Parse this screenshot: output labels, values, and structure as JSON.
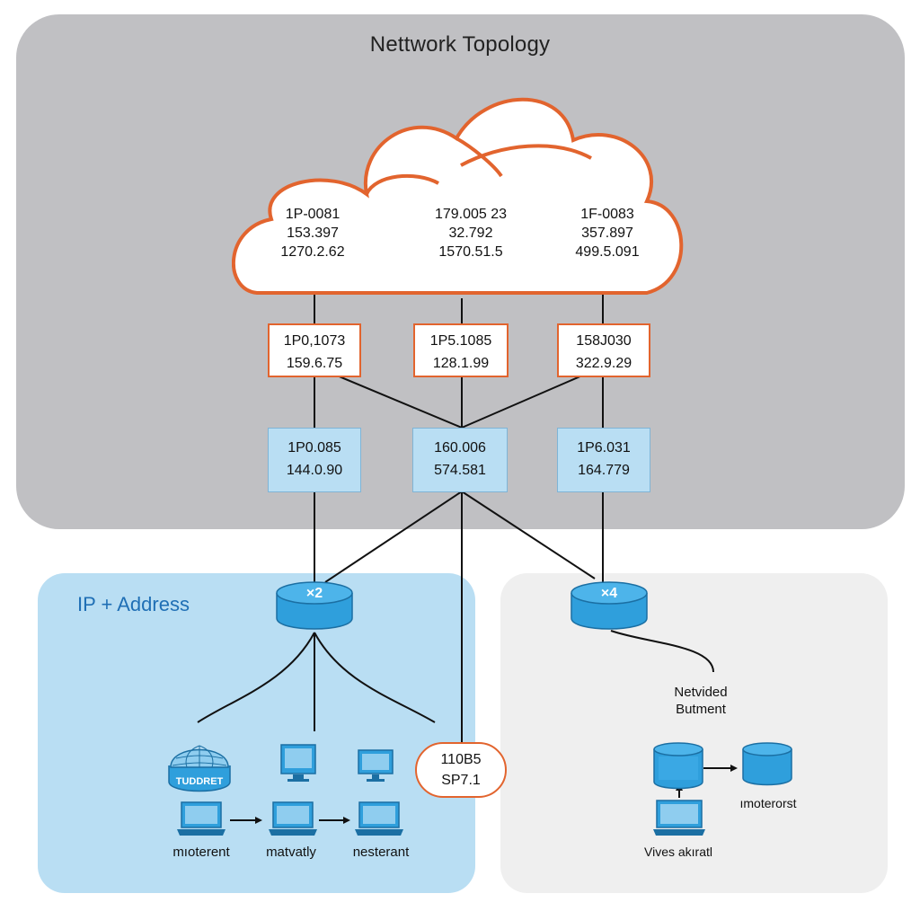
{
  "title": "Nettwork Topology",
  "cloud": {
    "columns": [
      {
        "lines": [
          "1P-0081",
          "153.397",
          "1270.2.62"
        ]
      },
      {
        "lines": [
          "179.005 23",
          "32.792",
          "1570.51.5"
        ]
      },
      {
        "lines": [
          "1F-0083",
          "357.897",
          "499.5.091"
        ]
      }
    ]
  },
  "ip_boxes": [
    {
      "line1": "1P0,1073",
      "line2": "159.6.75"
    },
    {
      "line1": "1P5.1085",
      "line2": "128.1.99"
    },
    {
      "line1": "158J030",
      "line2": "322.9.29"
    }
  ],
  "switch_boxes": [
    {
      "line1": "1P0.085",
      "line2": "144.0.90"
    },
    {
      "line1": "160.006",
      "line2": "574.581"
    },
    {
      "line1": "1P6.031",
      "line2": "164.779"
    }
  ],
  "routers": [
    {
      "label": "×2"
    },
    {
      "label": "×4"
    }
  ],
  "left_panel": {
    "title": "IP + Address",
    "globe_label": "TUDDRET",
    "labels": [
      "mıoterent",
      "matvatly",
      "nesterant"
    ]
  },
  "bubble": {
    "line1": "110B5",
    "line2": "SP7.1"
  },
  "right_panel": {
    "label_top_1": "Netvided",
    "label_top_2": "Butment",
    "label_right": "ımoterorst",
    "label_bottom": "Vives akıratl"
  },
  "colors": {
    "cloud_outline": "#e2642e",
    "ip_box_border": "#e2642e",
    "switch_fill": "#b9def3",
    "device_blue": "#2f9fdc",
    "top_panel": "#c0c0c3",
    "left_panel": "#b9def3",
    "right_panel": "#efefef"
  }
}
